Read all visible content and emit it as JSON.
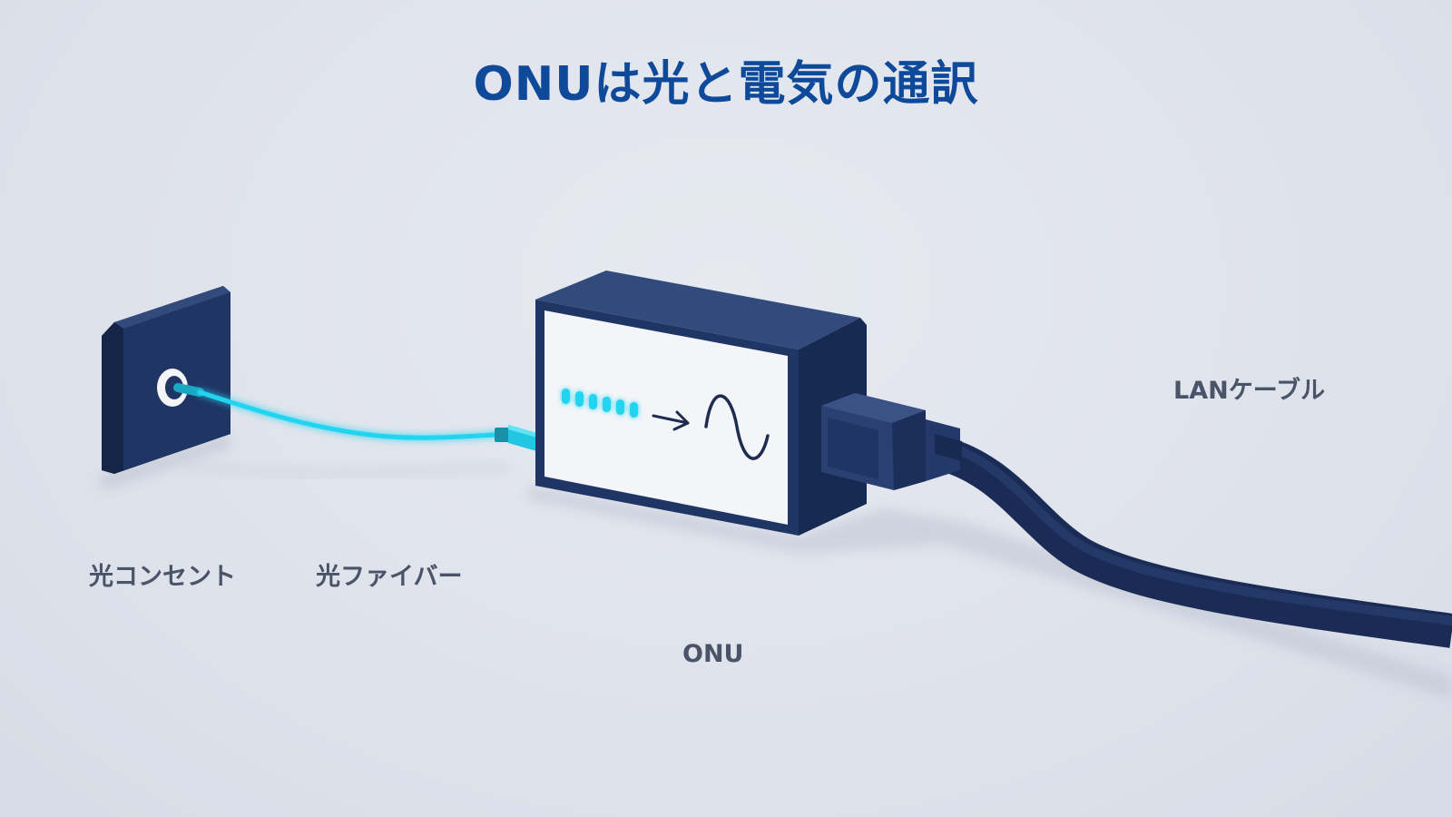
{
  "title": "ONUは光と電気の通訳",
  "labels": {
    "outlet": "光コンセント",
    "fiber": "光ファイバー",
    "onu": "ONU",
    "lan": "LANケーブル"
  },
  "colors": {
    "title": "#0f4a9a",
    "device": "#1f3563",
    "device_dark": "#172a52",
    "device_top": "#334b7c",
    "fiber_glow": "#21d4f0",
    "panel": "#f4f5f8",
    "label": "#4a5468"
  },
  "icons": {
    "light_signal": "light-pulse-dots-icon",
    "conversion": "arrow-right-icon",
    "electric_signal": "sine-wave-icon"
  },
  "light_pulse_count": 6
}
